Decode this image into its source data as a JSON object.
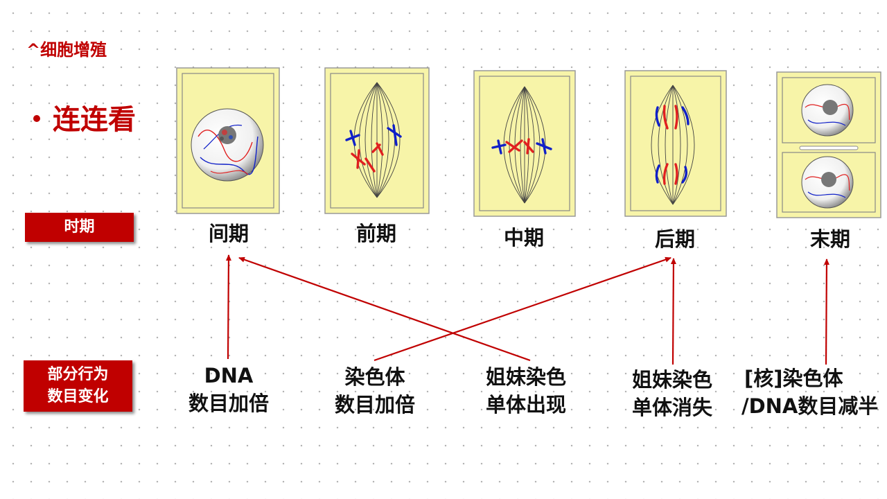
{
  "slide": {
    "topic": "^细胞增殖",
    "bullet": "连连看"
  },
  "labels": {
    "phase_label": "时期",
    "change_label_line1": "部分行为",
    "change_label_line2": "数目变化"
  },
  "phases": [
    {
      "name": "间期"
    },
    {
      "name": "前期"
    },
    {
      "name": "中期"
    },
    {
      "name": "后期"
    },
    {
      "name": "末期"
    }
  ],
  "changes": [
    {
      "line1": "DNA",
      "line2": "数目加倍"
    },
    {
      "line1": "染色体",
      "line2": "数目加倍"
    },
    {
      "line1": "姐妹染色",
      "line2": "单体出现"
    },
    {
      "line1": "姐妹染色",
      "line2": "单体消失"
    },
    {
      "line1": "[核]染色体",
      "line2": "/DNA数目减半"
    }
  ],
  "matches": [
    {
      "change": "DNA",
      "phase": "间期"
    },
    {
      "change": "姐妹染色单体出现",
      "phase": "间期"
    },
    {
      "change": "染色体数目加倍",
      "phase": "后期"
    },
    {
      "change": "姐妹染色单体消失",
      "phase": "后期"
    },
    {
      "change": "[核]染色体/DNA数目减半",
      "phase": "末期"
    }
  ],
  "colors": {
    "accent": "#c00000",
    "cell_fill": "#f7f4a8",
    "chromosome_red": "#e02020",
    "chromosome_blue": "#1020c8"
  }
}
